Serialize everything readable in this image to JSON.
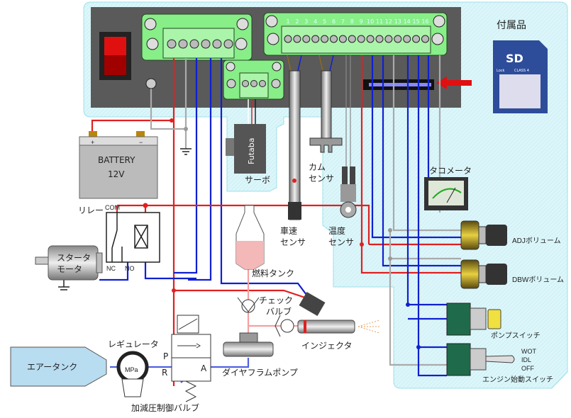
{
  "title": "",
  "accessory_label": "付属品",
  "sd_card": {
    "brand": "SD",
    "class": "CLASS 4",
    "lock": "Lock"
  },
  "battery": {
    "name": "BATTERY",
    "voltage": "12V",
    "plus": "+",
    "minus": "−"
  },
  "terminal_numbers": [
    "1",
    "2",
    "3",
    "4",
    "5",
    "6",
    "7",
    "8",
    "9",
    "10",
    "11",
    "12",
    "13",
    "14",
    "15",
    "16"
  ],
  "labels": {
    "servo": "サーボ",
    "servo_brand": "Futaba",
    "cam_sensor": [
      "カム",
      "センサ"
    ],
    "speed_sensor": [
      "車速",
      "センサ"
    ],
    "temp_sensor": [
      "温度",
      "センサ"
    ],
    "tachometer": "タコメータ",
    "relay": "リレー",
    "relay_com": "COM",
    "relay_nc": "NC",
    "relay_no": "NO",
    "starter_motor": [
      "スタータ",
      "モータ"
    ],
    "fuel_tank": "燃料タンク",
    "check_valve": [
      "チェック",
      "バルブ"
    ],
    "injector": "インジェクタ",
    "regulator": "レギュレータ",
    "regulator_unit": "MPa",
    "air_tank": "エアータンク",
    "diaphragm_pump": "ダイヤフラムポンプ",
    "valve": "加減圧制御バルブ",
    "valve_p": "P",
    "valve_r": "R",
    "valve_a": "A",
    "adj_volume": "ADJボリューム",
    "dbw_volume": "DBWボリューム",
    "pump_switch": "ポンプスイッチ",
    "engine_switch": "エンジン始動スイッチ",
    "engine_positions": [
      "WOT",
      "IDL",
      "OFF"
    ]
  },
  "colors": {
    "panel": "#d8f4f8",
    "ecu": "#555555",
    "connector": "#88ee88",
    "wire_red": "#e02020",
    "wire_blue": "#1020d0",
    "wire_gray": "#aaaaaa",
    "sd": "#2d4c9a"
  }
}
